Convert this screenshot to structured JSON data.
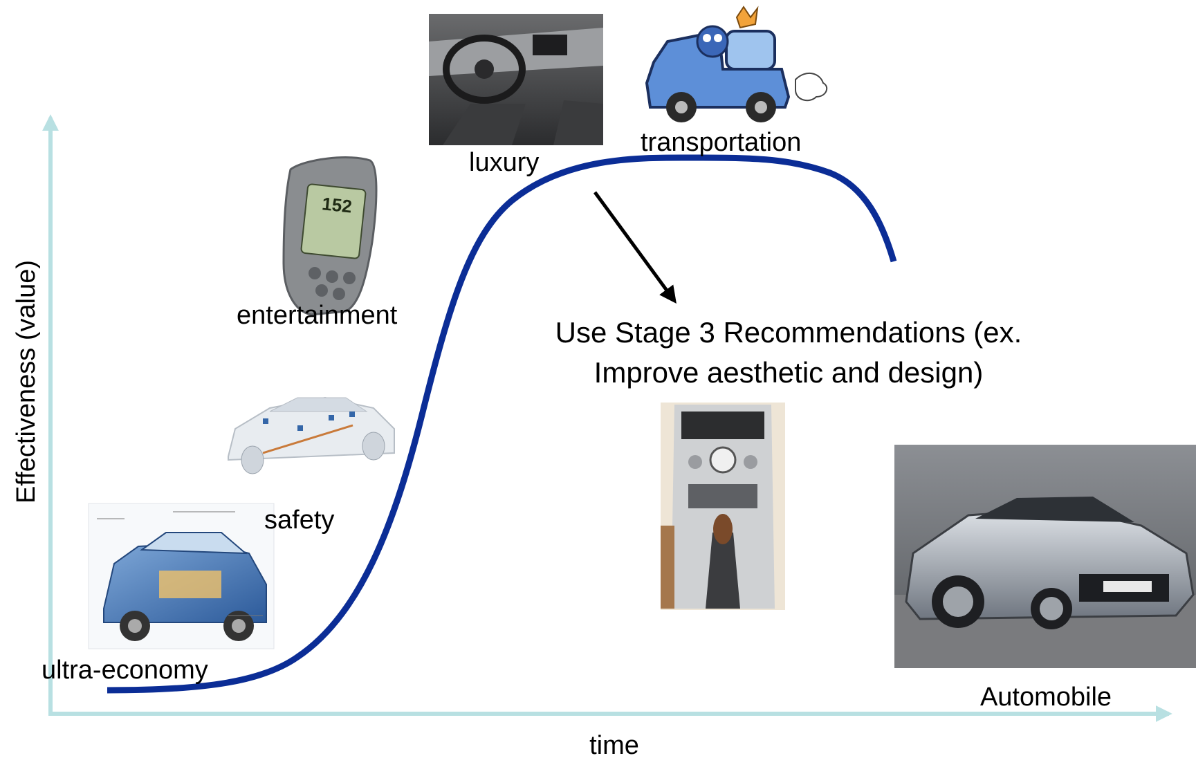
{
  "axes": {
    "x_label": "time",
    "y_label": "Effectiveness (value)",
    "color": "#b8e0e2"
  },
  "curve": {
    "color": "#0b2d96",
    "description": "S-curve of effectiveness over time"
  },
  "stages": {
    "ultra_economy": "ultra-economy",
    "safety": "safety",
    "entertainment": "entertainment",
    "luxury": "luxury",
    "transportation": "transportation"
  },
  "recommendation": {
    "line1": "Use Stage 3 Recommendations (ex.",
    "line2": "Improve aesthetic and design)"
  },
  "product_label": "Automobile",
  "images": {
    "ultra_economy": "car-cutaway-image",
    "safety": "transparent-car-safety-image",
    "entertainment": "handheld-gps-device-image",
    "luxury": "car-interior-image",
    "transportation": "cartoon-car-image",
    "center_console": "center-console-image",
    "sports_car": "sports-car-image"
  }
}
